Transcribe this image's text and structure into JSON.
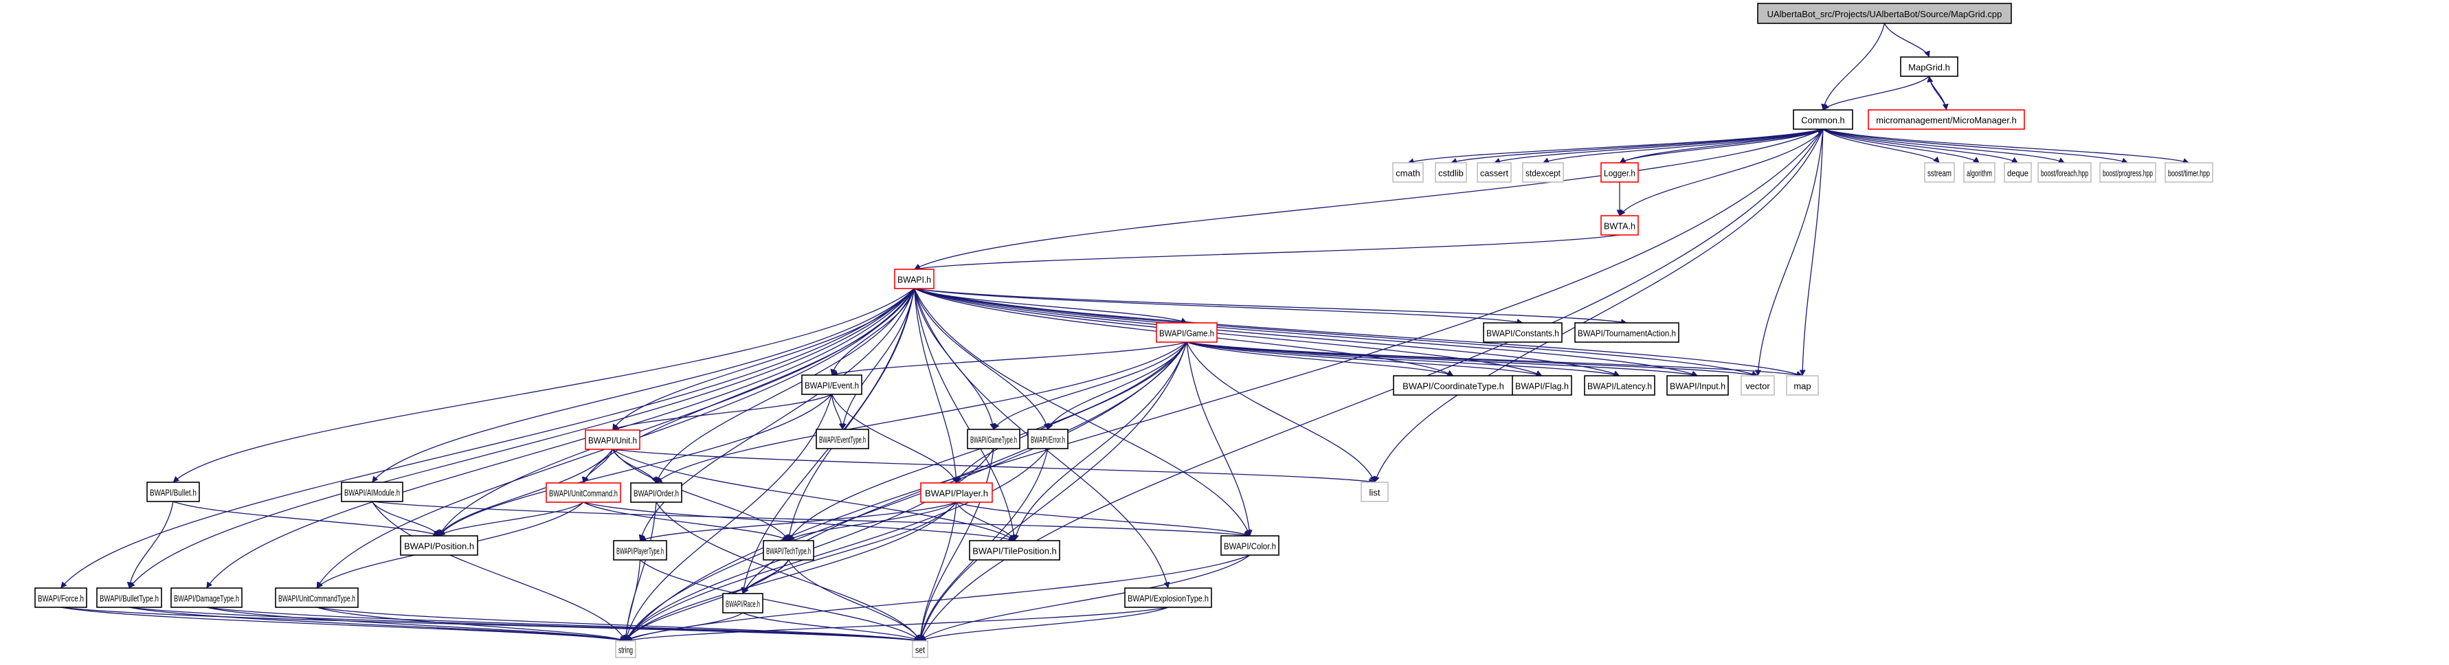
{
  "title": "UAlbertaBot_src/Projects/UAlbertaBot/Source/MapGrid.cpp",
  "colors": {
    "root_fill": "#bfbfbf",
    "root_border": "#000000",
    "documented_border": "#000000",
    "undocumented_border": "#ff0000",
    "external_border": "#bfbfbf",
    "edge": "#191970"
  },
  "nodes": [
    {
      "id": "root",
      "label": "UAlbertaBot_src/Projects/UAlbertaBot/Source/MapGrid.cpp",
      "kind": "root"
    },
    {
      "id": "mapgrid",
      "label": "MapGrid.h",
      "kind": "documented"
    },
    {
      "id": "common",
      "label": "Common.h",
      "kind": "documented"
    },
    {
      "id": "micromanager",
      "label": "micromanagement/MicroManager.h",
      "kind": "incomplete"
    },
    {
      "id": "cmath",
      "label": "cmath",
      "kind": "external"
    },
    {
      "id": "cstdlib",
      "label": "cstdlib",
      "kind": "external"
    },
    {
      "id": "cassert",
      "label": "cassert",
      "kind": "external"
    },
    {
      "id": "stdexcept",
      "label": "stdexcept",
      "kind": "external"
    },
    {
      "id": "logger",
      "label": "Logger.h",
      "kind": "incomplete"
    },
    {
      "id": "sstream",
      "label": "sstream",
      "kind": "external"
    },
    {
      "id": "algorithm",
      "label": "algorithm",
      "kind": "external"
    },
    {
      "id": "deque",
      "label": "deque",
      "kind": "external"
    },
    {
      "id": "foreach",
      "label": "boost/foreach.hpp",
      "kind": "external"
    },
    {
      "id": "progress",
      "label": "boost/progress.hpp",
      "kind": "external"
    },
    {
      "id": "timer",
      "label": "boost/timer.hpp",
      "kind": "external"
    },
    {
      "id": "bwta",
      "label": "BWTA.h",
      "kind": "incomplete"
    },
    {
      "id": "bwapi",
      "label": "BWAPI.h",
      "kind": "incomplete"
    },
    {
      "id": "game",
      "label": "BWAPI/Game.h",
      "kind": "incomplete"
    },
    {
      "id": "constants",
      "label": "BWAPI/Constants.h",
      "kind": "documented"
    },
    {
      "id": "tournament",
      "label": "BWAPI/TournamentAction.h",
      "kind": "documented"
    },
    {
      "id": "event",
      "label": "BWAPI/Event.h",
      "kind": "documented"
    },
    {
      "id": "eventtype",
      "label": "BWAPI/EventType.h",
      "kind": "documented"
    },
    {
      "id": "gametype",
      "label": "BWAPI/GameType.h",
      "kind": "documented"
    },
    {
      "id": "error",
      "label": "BWAPI/Error.h",
      "kind": "documented"
    },
    {
      "id": "coordtype",
      "label": "BWAPI/CoordinateType.h",
      "kind": "documented"
    },
    {
      "id": "flag",
      "label": "BWAPI/Flag.h",
      "kind": "documented"
    },
    {
      "id": "latency",
      "label": "BWAPI/Latency.h",
      "kind": "documented"
    },
    {
      "id": "input",
      "label": "BWAPI/Input.h",
      "kind": "documented"
    },
    {
      "id": "vector",
      "label": "vector",
      "kind": "external"
    },
    {
      "id": "map",
      "label": "map",
      "kind": "external"
    },
    {
      "id": "unit",
      "label": "BWAPI/Unit.h",
      "kind": "incomplete"
    },
    {
      "id": "list",
      "label": "list",
      "kind": "external"
    },
    {
      "id": "bullet",
      "label": "BWAPI/Bullet.h",
      "kind": "documented"
    },
    {
      "id": "aimodule",
      "label": "BWAPI/AIModule.h",
      "kind": "documented"
    },
    {
      "id": "unitcommand",
      "label": "BWAPI/UnitCommand.h",
      "kind": "incomplete"
    },
    {
      "id": "order",
      "label": "BWAPI/Order.h",
      "kind": "documented"
    },
    {
      "id": "player",
      "label": "BWAPI/Player.h",
      "kind": "incomplete"
    },
    {
      "id": "position",
      "label": "BWAPI/Position.h",
      "kind": "documented"
    },
    {
      "id": "playertype",
      "label": "BWAPI/PlayerType.h",
      "kind": "documented"
    },
    {
      "id": "techtype",
      "label": "BWAPI/TechType.h",
      "kind": "documented"
    },
    {
      "id": "tileposition",
      "label": "BWAPI/TilePosition.h",
      "kind": "documented"
    },
    {
      "id": "color",
      "label": "BWAPI/Color.h",
      "kind": "documented"
    },
    {
      "id": "force",
      "label": "BWAPI/Force.h",
      "kind": "documented"
    },
    {
      "id": "bullettype",
      "label": "BWAPI/BulletType.h",
      "kind": "documented"
    },
    {
      "id": "damagetype",
      "label": "BWAPI/DamageType.h",
      "kind": "documented"
    },
    {
      "id": "unitcommandtype",
      "label": "BWAPI/UnitCommandType.h",
      "kind": "documented"
    },
    {
      "id": "race",
      "label": "BWAPI/Race.h",
      "kind": "documented"
    },
    {
      "id": "explosiontype",
      "label": "BWAPI/ExplosionType.h",
      "kind": "documented"
    },
    {
      "id": "string",
      "label": "string",
      "kind": "external"
    },
    {
      "id": "set",
      "label": "set",
      "kind": "external"
    }
  ],
  "edges": [
    [
      "root",
      "common"
    ],
    [
      "root",
      "mapgrid"
    ],
    [
      "mapgrid",
      "common"
    ],
    [
      "mapgrid",
      "micromanager"
    ],
    [
      "micromanager",
      "mapgrid"
    ],
    [
      "common",
      "cmath"
    ],
    [
      "common",
      "cstdlib"
    ],
    [
      "common",
      "cassert"
    ],
    [
      "common",
      "stdexcept"
    ],
    [
      "common",
      "logger"
    ],
    [
      "logger",
      "common"
    ],
    [
      "common",
      "bwta"
    ],
    [
      "logger",
      "bwta"
    ],
    [
      "common",
      "sstream"
    ],
    [
      "common",
      "algorithm"
    ],
    [
      "common",
      "deque"
    ],
    [
      "common",
      "foreach"
    ],
    [
      "common",
      "progress"
    ],
    [
      "common",
      "timer"
    ],
    [
      "common",
      "vector"
    ],
    [
      "common",
      "map"
    ],
    [
      "common",
      "list"
    ],
    [
      "common",
      "string"
    ],
    [
      "common",
      "set"
    ],
    [
      "common",
      "bwapi"
    ],
    [
      "bwta",
      "bwapi"
    ],
    [
      "bwapi",
      "game"
    ],
    [
      "bwapi",
      "constants"
    ],
    [
      "bwapi",
      "tournament"
    ],
    [
      "bwapi",
      "event"
    ],
    [
      "bwapi",
      "eventtype"
    ],
    [
      "bwapi",
      "gametype"
    ],
    [
      "bwapi",
      "error"
    ],
    [
      "bwapi",
      "coordtype"
    ],
    [
      "bwapi",
      "flag"
    ],
    [
      "bwapi",
      "latency"
    ],
    [
      "bwapi",
      "input"
    ],
    [
      "bwapi",
      "vector"
    ],
    [
      "bwapi",
      "map"
    ],
    [
      "bwapi",
      "unit"
    ],
    [
      "bwapi",
      "bullet"
    ],
    [
      "bwapi",
      "aimodule"
    ],
    [
      "bwapi",
      "unitcommand"
    ],
    [
      "bwapi",
      "order"
    ],
    [
      "bwapi",
      "player"
    ],
    [
      "bwapi",
      "position"
    ],
    [
      "bwapi",
      "playertype"
    ],
    [
      "bwapi",
      "techtype"
    ],
    [
      "bwapi",
      "tileposition"
    ],
    [
      "bwapi",
      "color"
    ],
    [
      "bwapi",
      "force"
    ],
    [
      "bwapi",
      "bullettype"
    ],
    [
      "bwapi",
      "damagetype"
    ],
    [
      "bwapi",
      "unitcommandtype"
    ],
    [
      "bwapi",
      "race"
    ],
    [
      "bwapi",
      "explosiontype"
    ],
    [
      "game",
      "event"
    ],
    [
      "game",
      "gametype"
    ],
    [
      "game",
      "error"
    ],
    [
      "game",
      "coordtype"
    ],
    [
      "game",
      "flag"
    ],
    [
      "game",
      "latency"
    ],
    [
      "game",
      "input"
    ],
    [
      "game",
      "vector"
    ],
    [
      "game",
      "map"
    ],
    [
      "game",
      "list"
    ],
    [
      "game",
      "player"
    ],
    [
      "game",
      "order"
    ],
    [
      "game",
      "techtype"
    ],
    [
      "game",
      "tileposition"
    ],
    [
      "game",
      "color"
    ],
    [
      "game",
      "race"
    ],
    [
      "game",
      "string"
    ],
    [
      "game",
      "set"
    ],
    [
      "event",
      "eventtype"
    ],
    [
      "event",
      "unit"
    ],
    [
      "event",
      "player"
    ],
    [
      "event",
      "position"
    ],
    [
      "event",
      "string"
    ],
    [
      "unit",
      "unitcommand"
    ],
    [
      "unit",
      "order"
    ],
    [
      "unit",
      "position"
    ],
    [
      "unit",
      "techtype"
    ],
    [
      "unit",
      "tileposition"
    ],
    [
      "unit",
      "list"
    ],
    [
      "unitcommand",
      "position"
    ],
    [
      "unitcommand",
      "unitcommandtype"
    ],
    [
      "unitcommand",
      "techtype"
    ],
    [
      "unitcommand",
      "tileposition"
    ],
    [
      "order",
      "string"
    ],
    [
      "order",
      "set"
    ],
    [
      "player",
      "playertype"
    ],
    [
      "player",
      "techtype"
    ],
    [
      "player",
      "tileposition"
    ],
    [
      "player",
      "race"
    ],
    [
      "player",
      "color"
    ],
    [
      "player",
      "string"
    ],
    [
      "player",
      "set"
    ],
    [
      "bullet",
      "position"
    ],
    [
      "bullet",
      "bullettype"
    ],
    [
      "aimodule",
      "position"
    ],
    [
      "aimodule",
      "string"
    ],
    [
      "aimodule",
      "color"
    ],
    [
      "gametype",
      "string"
    ],
    [
      "gametype",
      "set"
    ],
    [
      "error",
      "string"
    ],
    [
      "error",
      "set"
    ],
    [
      "playertype",
      "string"
    ],
    [
      "playertype",
      "set"
    ],
    [
      "techtype",
      "race"
    ],
    [
      "techtype",
      "string"
    ],
    [
      "techtype",
      "set"
    ],
    [
      "race",
      "string"
    ],
    [
      "race",
      "set"
    ],
    [
      "color",
      "string"
    ],
    [
      "color",
      "set"
    ],
    [
      "force",
      "string"
    ],
    [
      "force",
      "set"
    ],
    [
      "bullettype",
      "string"
    ],
    [
      "bullettype",
      "set"
    ],
    [
      "damagetype",
      "string"
    ],
    [
      "damagetype",
      "set"
    ],
    [
      "unitcommandtype",
      "string"
    ],
    [
      "unitcommandtype",
      "set"
    ],
    [
      "explosiontype",
      "string"
    ],
    [
      "explosiontype",
      "set"
    ]
  ]
}
